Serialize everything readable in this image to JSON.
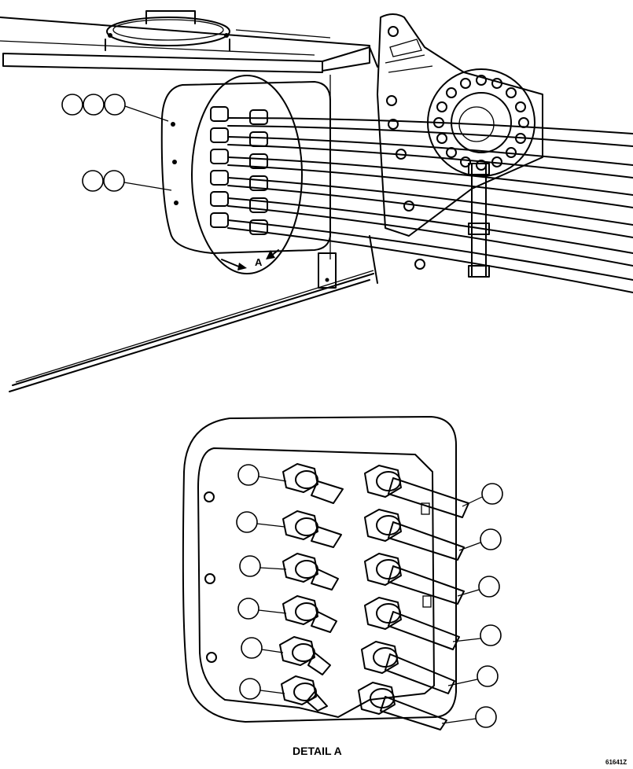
{
  "figure": {
    "view_label": "A",
    "detail_caption": "DETAIL A",
    "figure_code": "61641Z"
  }
}
